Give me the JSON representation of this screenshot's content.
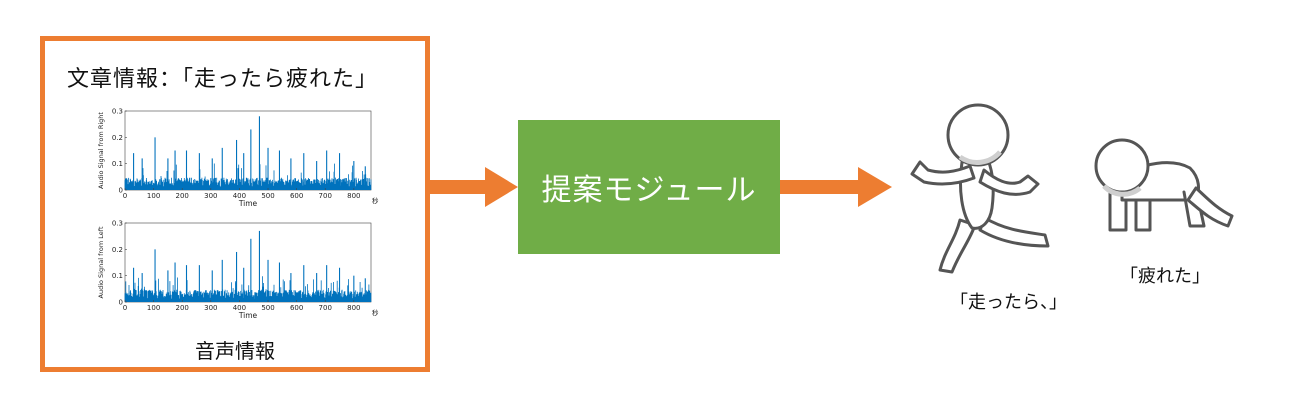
{
  "input": {
    "title": "文章情報：「走ったら疲れた」",
    "audio_label": "音声情報"
  },
  "module": {
    "label": "提案モジュール"
  },
  "output": {
    "run_caption": "「走ったら、」",
    "tired_caption": "「疲れた」"
  },
  "colors": {
    "border": "#ED7D31",
    "arrow": "#ED7D31",
    "module": "#70AD47",
    "signal": "#0072BD"
  },
  "chart_data": [
    {
      "type": "line",
      "ylabel": "Audio Signal from Right",
      "xlabel": "Time",
      "x_unit": "秒",
      "xlim": [
        0,
        860
      ],
      "ylim": [
        0,
        0.3
      ],
      "xticks": [
        0,
        100,
        200,
        300,
        400,
        500,
        600,
        700,
        800
      ],
      "yticks": [
        0,
        0.1,
        0.2,
        0.3
      ],
      "peaks": [
        [
          30,
          0.14
        ],
        [
          60,
          0.12
        ],
        [
          105,
          0.2
        ],
        [
          150,
          0.12
        ],
        [
          175,
          0.15
        ],
        [
          215,
          0.15
        ],
        [
          260,
          0.14
        ],
        [
          305,
          0.12
        ],
        [
          340,
          0.16
        ],
        [
          390,
          0.19
        ],
        [
          415,
          0.14
        ],
        [
          440,
          0.23
        ],
        [
          470,
          0.28
        ],
        [
          500,
          0.16
        ],
        [
          540,
          0.15
        ],
        [
          580,
          0.12
        ],
        [
          625,
          0.14
        ],
        [
          670,
          0.11
        ],
        [
          705,
          0.15
        ],
        [
          750,
          0.14
        ],
        [
          800,
          0.11
        ],
        [
          840,
          0.09
        ]
      ]
    },
    {
      "type": "line",
      "ylabel": "Audio Signal from Left",
      "xlabel": "Time",
      "x_unit": "秒",
      "xlim": [
        0,
        860
      ],
      "ylim": [
        0,
        0.3
      ],
      "xticks": [
        0,
        100,
        200,
        300,
        400,
        500,
        600,
        700,
        800
      ],
      "yticks": [
        0,
        0.1,
        0.2,
        0.3
      ],
      "peaks": [
        [
          30,
          0.13
        ],
        [
          60,
          0.11
        ],
        [
          105,
          0.2
        ],
        [
          150,
          0.12
        ],
        [
          175,
          0.15
        ],
        [
          215,
          0.14
        ],
        [
          260,
          0.14
        ],
        [
          305,
          0.12
        ],
        [
          340,
          0.16
        ],
        [
          390,
          0.19
        ],
        [
          415,
          0.13
        ],
        [
          440,
          0.24
        ],
        [
          470,
          0.27
        ],
        [
          500,
          0.16
        ],
        [
          540,
          0.15
        ],
        [
          580,
          0.11
        ],
        [
          625,
          0.14
        ],
        [
          670,
          0.11
        ],
        [
          705,
          0.14
        ],
        [
          750,
          0.13
        ],
        [
          800,
          0.1
        ],
        [
          840,
          0.09
        ]
      ]
    }
  ]
}
